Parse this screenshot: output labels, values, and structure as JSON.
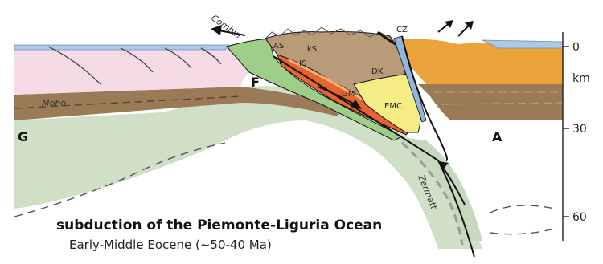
{
  "caption": {
    "title": "subduction of the Piemonte-Liguria Ocean",
    "subtitle": "Early-Middle Eocene (~50-40 Ma)"
  },
  "depth_axis": {
    "unit": "km",
    "ticks": [
      "0",
      "30",
      "60"
    ]
  },
  "labels": {
    "G": "G",
    "F": "F",
    "A": "A",
    "moho": "Moho",
    "combin": "Combin",
    "zermatt": "Zermatt",
    "AS": "AS",
    "kS": "kS",
    "IS": "IS",
    "DK": "DK",
    "CZ": "CZ",
    "GM": "GM",
    "EMC": "EMC"
  },
  "colors": {
    "european_crust_pink": "#f4dbe6",
    "adriatic_crust_orange": "#eba43c",
    "lower_crust_brown": "#9b7a58",
    "mantle_green": "#cfe0c6",
    "ophiolite_green": "#9fce8a",
    "thrust_sheet_tan": "#b99a79",
    "slab_red": "#e8632e",
    "emc_yellow": "#f4ec84",
    "sediment_blue": "#aec9e8",
    "line_black": "#111111"
  }
}
